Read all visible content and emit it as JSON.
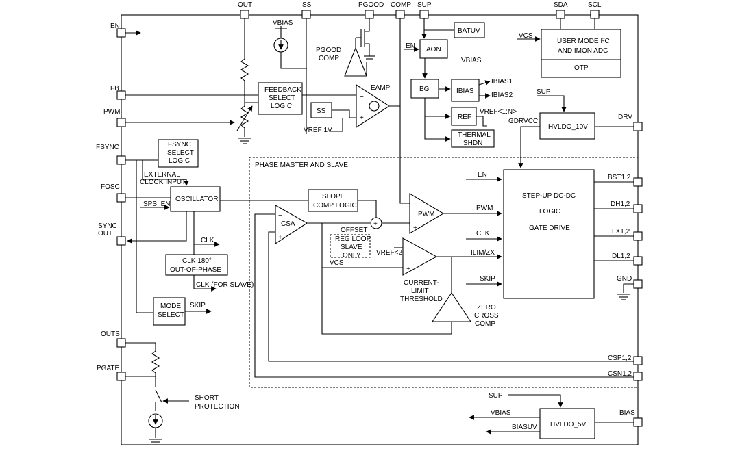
{
  "pins_top": {
    "out": "OUT",
    "ss": "SS",
    "pgood": "PGOOD",
    "comp": "COMP",
    "sup": "SUP",
    "sda": "SDA",
    "scl": "SCL"
  },
  "pins_left": {
    "en": "EN",
    "fb": "FB",
    "pwm": "PWM",
    "fsync": "FSYNC",
    "fosc": "FOSC",
    "sync_out_1": "SYNC",
    "sync_out_2": "OUT",
    "outs": "OUTS",
    "pgate": "PGATE"
  },
  "pins_right": {
    "drv": "DRV",
    "bst": "BST1,2",
    "dh": "DH1,2",
    "lx": "LX1,2",
    "dl": "DL1,2",
    "gnd": "GND",
    "csp": "CSP1,2",
    "csn": "CSN1,2",
    "bias": "BIAS"
  },
  "blocks": {
    "batuv": "BATUV",
    "aon": "AON",
    "bg": "BG",
    "ibias": "IBIAS",
    "ref": "REF",
    "thermal_1": "THERMAL",
    "thermal_2": "SHDN",
    "user_mode_1": "USER MODE I²C",
    "user_mode_2": "AND IMON ADC",
    "otp": "OTP",
    "hvldo10": "HVLDO_10V",
    "hvldo5": "HVLDO_5V",
    "feedback_1": "FEEDBACK",
    "feedback_2": "SELECT",
    "feedback_3": "LOGIC",
    "ss": "SS",
    "fsync_1": "FSYNC",
    "fsync_2": "SELECT",
    "fsync_3": "LOGIC",
    "oscillator": "OSCILLATOR",
    "clk180_1": "CLK 180°",
    "clk180_2": "OUT-OF-PHASE",
    "mode_1": "MODE",
    "mode_2": "SELECT",
    "slope_1": "SLOPE",
    "slope_2": "COMP LOGIC",
    "stepup_1": "STEP-UP DC-DC",
    "stepup_2": "LOGIC",
    "stepup_3": "GATE DRIVE"
  },
  "labels": {
    "vbias_top": "VBIAS",
    "pgood_comp_1": "PGOOD",
    "pgood_comp_2": "COMP",
    "eamp": "EAMP",
    "vref_1v": "VREF 1V",
    "en_aon": "EN",
    "vbias_mid": "VBIAS",
    "ibias1": "IBIAS1",
    "ibias2": "IBIAS2",
    "vref_1n": "VREF<1:N>",
    "vcs_top": "VCS",
    "sup_drv": "SUP",
    "gdrvcc": "GDRVCC",
    "phase": "PHASE MASTER AND SLAVE",
    "external_1": "EXTERNAL",
    "external_2": "CLOCK INPUT",
    "sps_en": "SPS_EN",
    "clk": "CLK",
    "clk_slave": "CLK (FOR SLAVE)",
    "skip_left": "SKIP",
    "csa": "CSA",
    "pwm_comp": "PWM",
    "offset_1": "OFFSET",
    "offset_2": "REG LOOP",
    "offset_3": "SLAVE",
    "offset_4": "ONLY",
    "vref2": "VREF<2>",
    "vcs_mid": "VCS",
    "cl_1": "CURRENT-",
    "cl_2": "LIMIT",
    "cl_3": "THRESHOLD",
    "zero_1": "ZERO",
    "zero_2": "CROSS",
    "zero_3": "COMP",
    "sig_en": "EN",
    "sig_pwm": "PWM",
    "sig_clk": "CLK",
    "sig_ilim": "ILIM/ZX",
    "sig_skip": "SKIP",
    "short_1": "SHORT",
    "short_2": "PROTECTION",
    "sup_bottom": "SUP",
    "vbias_bottom": "VBIAS",
    "biasuv": "BIASUV",
    "minus": "−",
    "plus": "+",
    "sum_plus": "+"
  }
}
